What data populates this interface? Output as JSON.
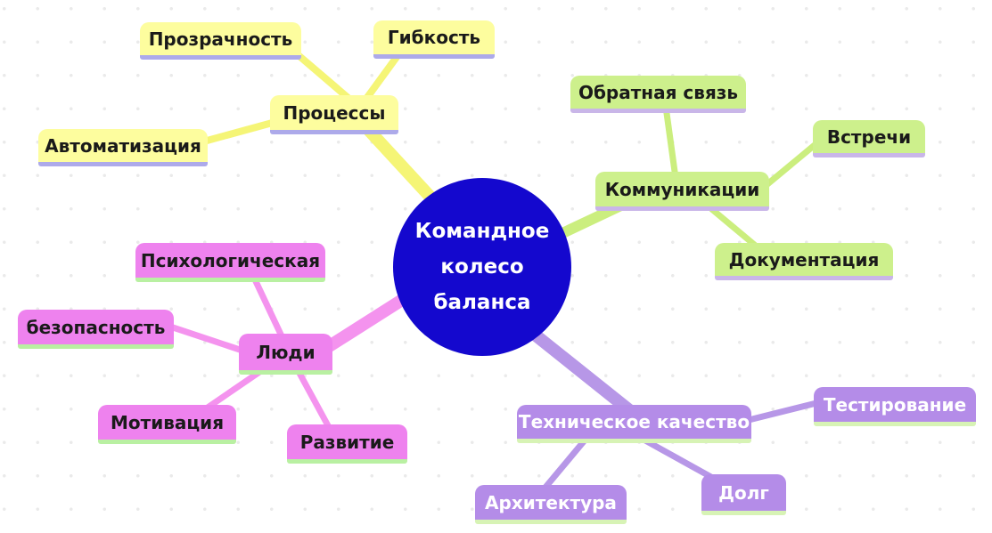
{
  "app": {
    "type": "mindmap"
  },
  "background": {
    "dot_color": "#EAEAEA"
  },
  "center": {
    "label": "Командное колесо баланса",
    "line1": "Командное колесо",
    "line2": "баланса",
    "fill": "#1408CE",
    "text_color": "#FFFFFF"
  },
  "branches": [
    {
      "label": "Процессы",
      "fill": "#FDFD9E",
      "line_color": "#F5F576",
      "underline_color": "#ADAAEA",
      "text_color": "#1A1A1A",
      "children": [
        {
          "label": "Прозрачность"
        },
        {
          "label": "Гибкость"
        },
        {
          "label": "Автоматизация"
        }
      ]
    },
    {
      "label": "Коммуникации",
      "fill": "#CDF08C",
      "line_color": "#CBEE7E",
      "underline_color": "#C9B6E8",
      "text_color": "#1A1A1A",
      "children": [
        {
          "label": "Обратная связь"
        },
        {
          "label": "Встречи"
        },
        {
          "label": "Документация"
        }
      ]
    },
    {
      "label": "Люди",
      "fill": "#EE82EE",
      "line_color": "#F493EE",
      "underline_color": "#B9F0A2",
      "text_color": "#1A1A1A",
      "children": [
        {
          "label": "Психологическая"
        },
        {
          "label": "безопасность"
        },
        {
          "label": "Мотивация"
        },
        {
          "label": "Развитие"
        }
      ]
    },
    {
      "label": "Техническое качество",
      "fill": "#B48CE8",
      "line_color": "#B797E7",
      "underline_color": "#D7F3B5",
      "text_color": "#FFFFFF",
      "children": [
        {
          "label": "Тестирование"
        },
        {
          "label": "Архитектура"
        },
        {
          "label": "Долг"
        }
      ]
    }
  ]
}
